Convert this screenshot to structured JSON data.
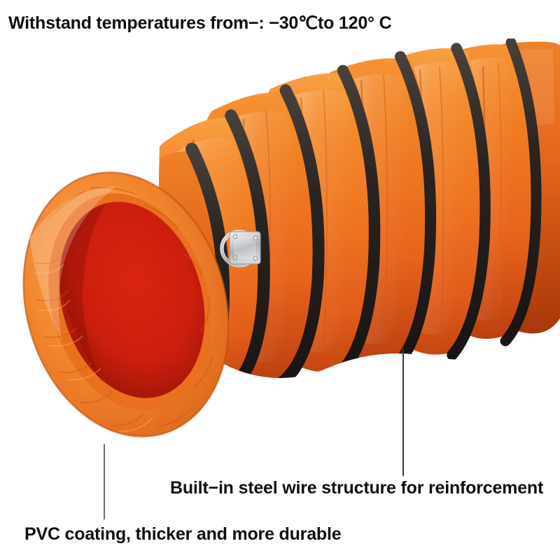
{
  "image": {
    "subject": "orange pvc flexible ventilation duct hose",
    "background_color": "#ffffff"
  },
  "header": {
    "text": "Withstand temperatures from−: −30℃to 120°  C"
  },
  "annotations": [
    {
      "id": "steel-wire",
      "text": "Built−in steel wire structure for reinforcement",
      "leader_name": "leader-line-steel-wire"
    },
    {
      "id": "pvc-coating",
      "text": "PVC coating, thicker and more durable",
      "leader_name": "leader-line-pvc-coating"
    }
  ],
  "colors": {
    "orange_light": "#F58C2A",
    "orange_mid": "#EE7620",
    "orange_deep": "#E1591A",
    "orange_shadow": "#B8410F",
    "interior_red": "#CC1E0E",
    "interior_red_dark": "#9E1508",
    "rib_black": "#2A2320",
    "rib_black_soft": "#3C332E",
    "metal_silver": "#C8C9CB",
    "metal_silver_light": "#E9EAEC",
    "text_black": "#100F0F",
    "leader_gray": "#6D6B6C"
  },
  "parts": {
    "cuff_label": "duct open end cuff",
    "interior_label": "duct interior",
    "buckle_label": "metal d-ring buckle",
    "rib_label": "reinforcing helix rib",
    "segment_label": "pvc duct segment"
  }
}
